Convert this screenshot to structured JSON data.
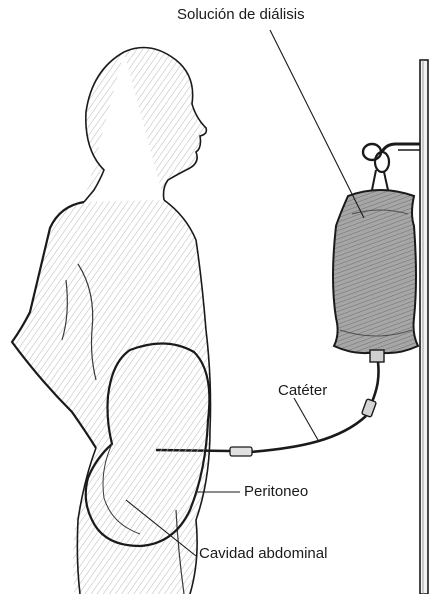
{
  "labels": {
    "solution": "Solución de diálisis",
    "catheter": "Catéter",
    "peritoneum": "Peritoneo",
    "abdominal_cavity": "Cavidad abdominal"
  },
  "colors": {
    "ink": "#1a1a1a",
    "skin_shade": "#d9d9d9",
    "bag_fill": "#9a9a9a",
    "background": "#ffffff"
  }
}
